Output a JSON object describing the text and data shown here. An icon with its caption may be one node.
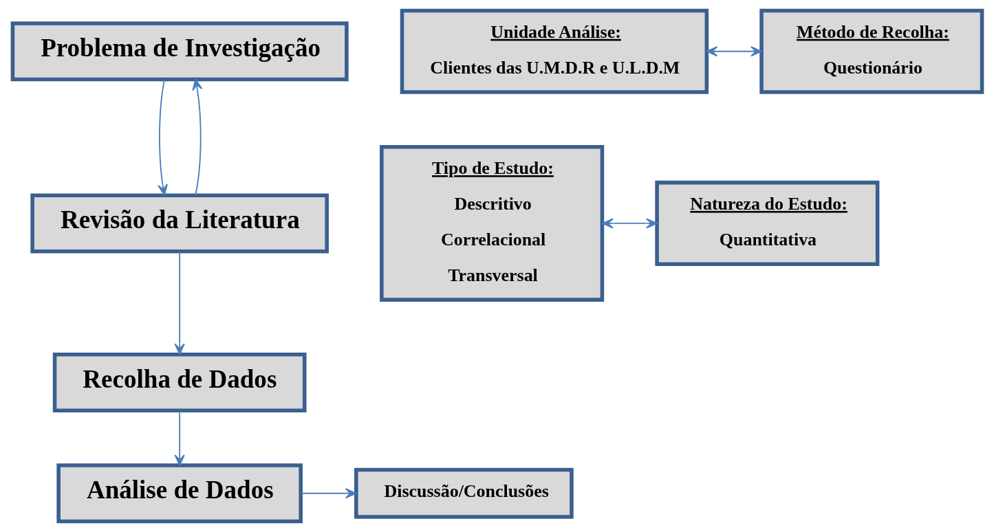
{
  "diagram": {
    "nodes": [
      {
        "text": [
          "Problema de Investigação"
        ]
      },
      {
        "text": [
          "Tipo de Estudo:",
          "Descritivo",
          "Correlacional",
          "Transversal"
        ]
      },
      {
        "text": [
          "Natureza do Estudo:",
          "Quantitativa"
        ]
      },
      {
        "text": [
          "Revisão da Literatura"
        ]
      },
      {
        "text": [
          "Recolha de Dados"
        ]
      },
      {
        "text": [
          "Unidade Análise:",
          "Clientes das U.M.D.R e U.L.D.M"
        ]
      },
      {
        "text": [
          "Método de Recolha:",
          "Questionário"
        ]
      },
      {
        "text": [
          "Análise de Dados"
        ]
      },
      {
        "text": [
          "Discussão/Conclusões"
        ]
      }
    ],
    "edges": [
      {
        "from": 3,
        "to": 0,
        "arrow": "to"
      },
      {
        "from": 0,
        "to": 3,
        "arrow": "to"
      },
      {
        "from": 1,
        "to": 2,
        "arrow": "both"
      },
      {
        "from": 3,
        "to": 4,
        "arrow": "to"
      },
      {
        "from": 5,
        "to": 6,
        "arrow": "both"
      },
      {
        "from": 4,
        "to": 7,
        "arrow": "to"
      },
      {
        "from": 7,
        "to": 8,
        "arrow": "to"
      }
    ]
  }
}
